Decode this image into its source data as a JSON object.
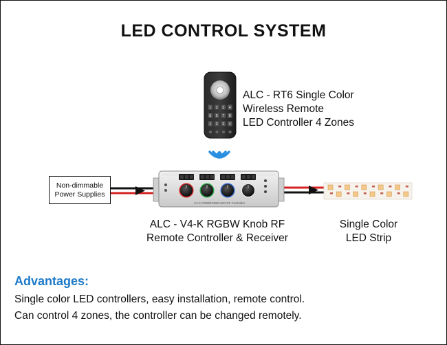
{
  "title": "LED CONTROL SYSTEM",
  "remote": {
    "lines": [
      "ALC - RT6 Single Color",
      "Wireless Remote",
      "LED Controller 4 Zones"
    ],
    "keys": [
      "1",
      "2",
      "3",
      "4",
      "5",
      "6",
      "7",
      "8",
      "1",
      "2",
      "3",
      "4"
    ]
  },
  "power_supply": {
    "lines": [
      "Non-dimmable",
      "Power Supplies"
    ]
  },
  "controller": {
    "lines": [
      "ALC - V4-K RGBW Knob RF",
      "Remote Controller & Receiver"
    ],
    "device_text": "V4-K  RGB/RGBW LED RF Controller",
    "knob_colors": [
      "#d32020",
      "#2aa84a",
      "#2a62c8",
      "#e8e8e8"
    ]
  },
  "strip": {
    "lines": [
      "Single Color",
      "LED Strip"
    ]
  },
  "advantages": {
    "heading": "Advantages:",
    "lines": [
      "Single color LED controllers, easy installation, remote control.",
      "Can control 4 zones, the controller can be changed remotely."
    ]
  },
  "colors": {
    "accent": "#1e7ac8",
    "wifi": "#2a8fe0",
    "wire_red": "#d42020",
    "wire_black": "#111111"
  }
}
